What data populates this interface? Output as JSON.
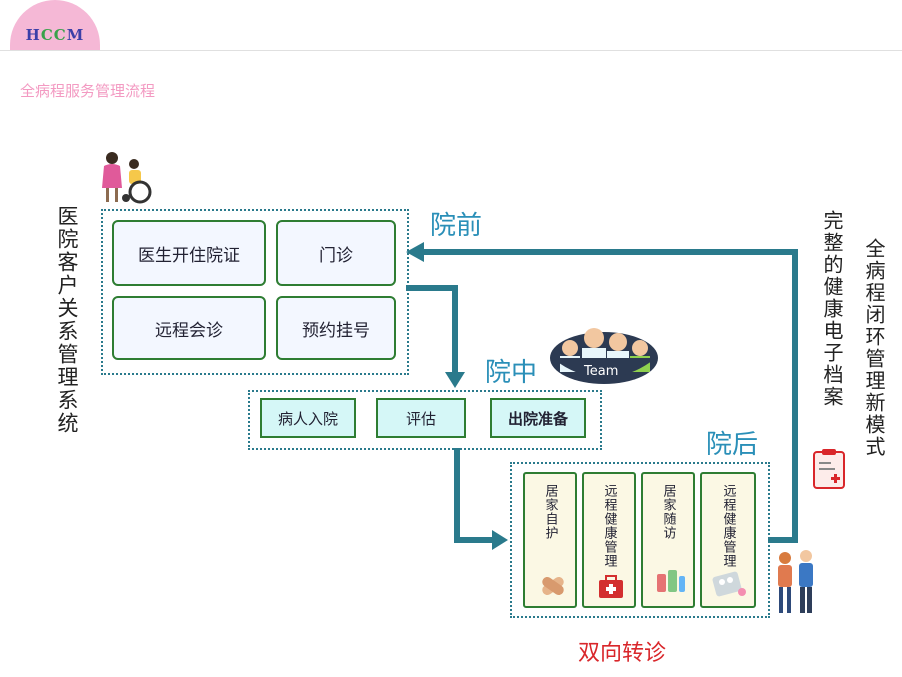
{
  "logo": {
    "h": "H",
    "c1": "C",
    "c2": "C",
    "m": "M"
  },
  "subtitle": "全病程服务管理流程",
  "left_vertical": "医院客户关系管理系统",
  "right_vertical_1": "完整的健康电子档案",
  "right_vertical_2": "全病程闭环管理新模式",
  "stages": {
    "pre": "院前",
    "mid": "院中",
    "post": "院后"
  },
  "pre_boxes": [
    "医生开住院证",
    "门诊",
    "远程会诊",
    "预约挂号"
  ],
  "mid_boxes": [
    "病人入院",
    "评估",
    "出院准备"
  ],
  "post_boxes": [
    "居家自护",
    "远程健康管理",
    "居家随访",
    "远程健康管理"
  ],
  "team_label": "Team",
  "bottom_label": "双向转诊",
  "colors": {
    "teal": "#2a7a8c",
    "green": "#2e7d32",
    "stage_blue": "#2a8fb8",
    "red": "#d9262a",
    "pink": "#f39ac2"
  }
}
